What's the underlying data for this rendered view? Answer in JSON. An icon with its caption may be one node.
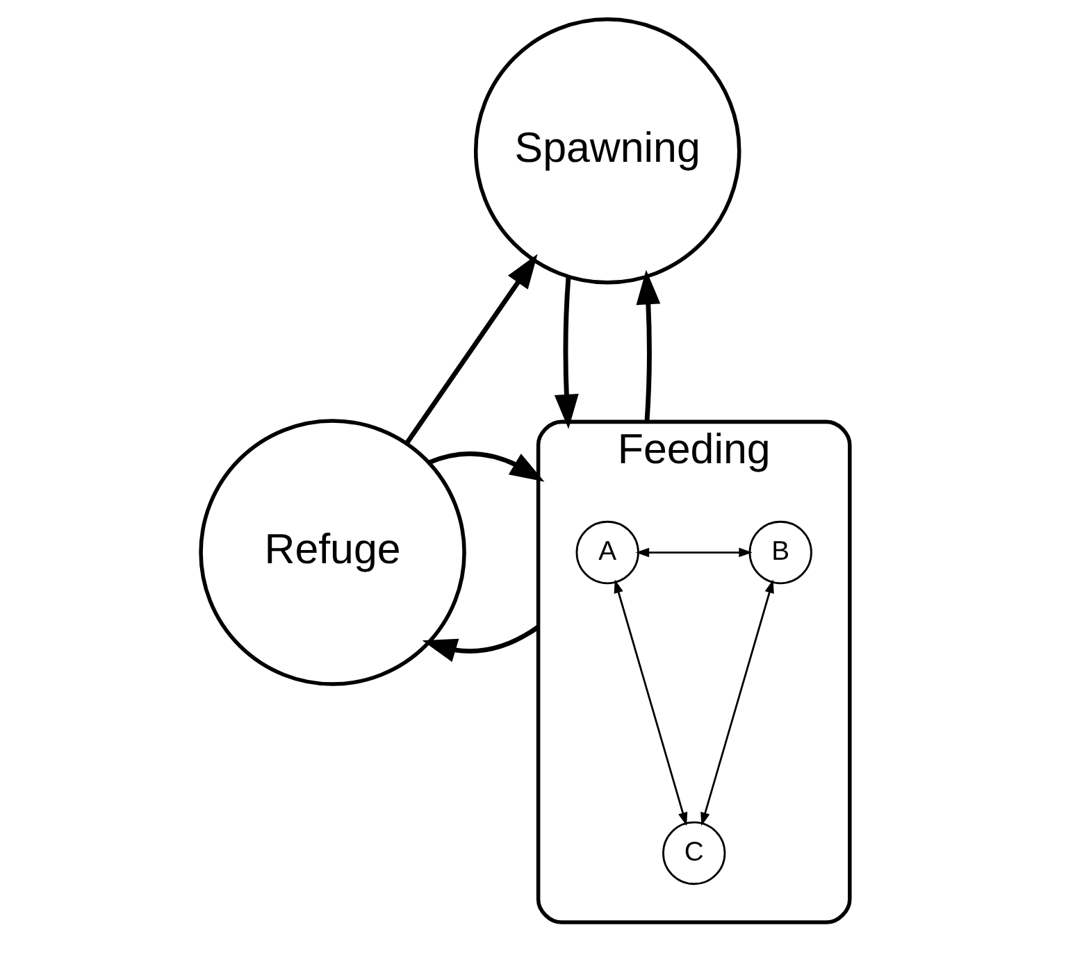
{
  "diagram": {
    "nodes": [
      {
        "text": [
          "Spawning"
        ]
      },
      {
        "text": [
          "Refuge"
        ]
      },
      {
        "text": [
          "Feeding"
        ]
      },
      {
        "text": [
          "A"
        ],
        "in": 2
      },
      {
        "text": [
          "B"
        ],
        "in": 2
      },
      {
        "text": [
          "C"
        ],
        "in": 2
      }
    ],
    "edges": [
      {
        "from": 1,
        "to": 0,
        "arrow": "to"
      },
      {
        "from": 0,
        "to": 2,
        "arrow": "to"
      },
      {
        "from": 2,
        "to": 0,
        "arrow": "to"
      },
      {
        "from": 2,
        "to": 1,
        "arrow": "to"
      },
      {
        "from": 1,
        "to": 2,
        "arrow": "to"
      },
      {
        "from": 3,
        "to": 4,
        "arrow": "both"
      },
      {
        "from": 3,
        "to": 5,
        "arrow": "both"
      },
      {
        "from": 4,
        "to": 5,
        "arrow": "both"
      }
    ]
  }
}
